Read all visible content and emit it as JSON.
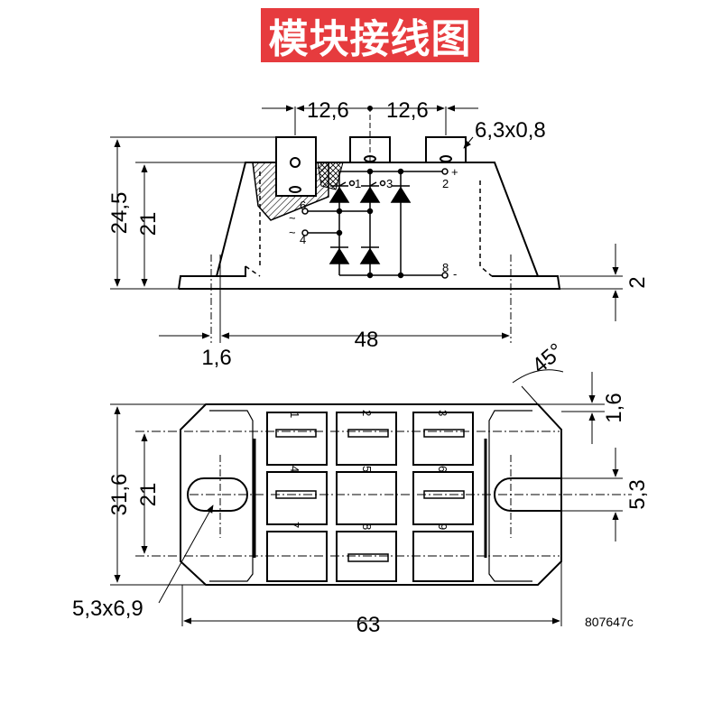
{
  "banner": {
    "title": "模块接线图"
  },
  "side_view": {
    "dims": {
      "pitch_left": "12,6",
      "pitch_right": "12,6",
      "terminal": "6,3x0,8",
      "height_total": "24,5",
      "height_body": "21",
      "base_thickness": "2",
      "flange_width": "1,6",
      "hole_spacing": "48"
    },
    "terminals": {
      "t1": "1",
      "t3": "3",
      "t2": "2",
      "t6": "6",
      "t4": "4",
      "t8": "8"
    },
    "polarity": {
      "plus": "+",
      "minus": "-"
    },
    "ac_symbol": "~"
  },
  "top_view": {
    "dims": {
      "angle": "45°",
      "edge": "1,6",
      "width_total": "31,6",
      "width_inner": "21",
      "slot_width": "5,3",
      "hole": "5,3x6,9",
      "length": "63"
    },
    "pads": [
      "1",
      "2",
      "3",
      "4",
      "5",
      "6",
      "7",
      "8",
      "9"
    ]
  },
  "drawing_ref": "807647c"
}
